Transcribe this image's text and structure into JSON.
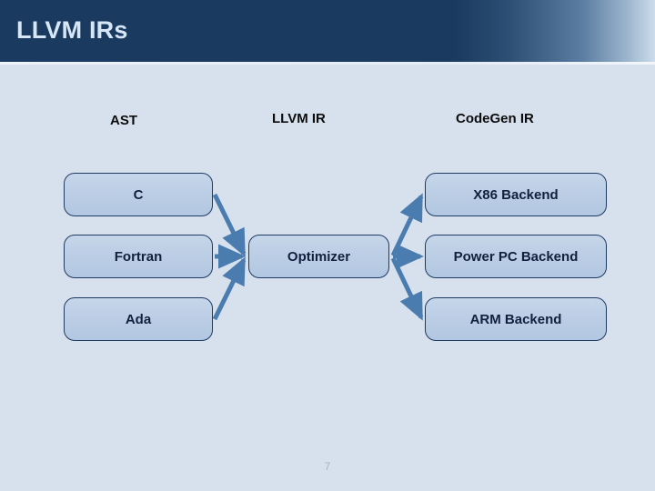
{
  "slide": {
    "title": "LLVM IRs",
    "page_number": "7",
    "background_color": "#d7e0ed",
    "title_bar_color": "#1b3a5f",
    "title_text_color": "#d7e6f5"
  },
  "column_headers": [
    {
      "id": "ast",
      "label": "AST"
    },
    {
      "id": "llvm-ir",
      "label": "LLVM IR"
    },
    {
      "id": "codegen-ir",
      "label": "CodeGen IR"
    }
  ],
  "diagram": {
    "box_fill_color": "#bcceE5",
    "box_border_color": "#1f3a63",
    "box_text_color": "#10203d",
    "arrow_color": "#4a7cb0",
    "frontends": [
      {
        "id": "c",
        "label": "C"
      },
      {
        "id": "fortran",
        "label": "Fortran"
      },
      {
        "id": "ada",
        "label": "Ada"
      }
    ],
    "optimizer": {
      "id": "optimizer",
      "label": "Optimizer"
    },
    "backends": [
      {
        "id": "x86",
        "label": "X86 Backend"
      },
      {
        "id": "powerpc",
        "label": "Power PC Backend"
      },
      {
        "id": "arm",
        "label": "ARM Backend"
      }
    ]
  }
}
